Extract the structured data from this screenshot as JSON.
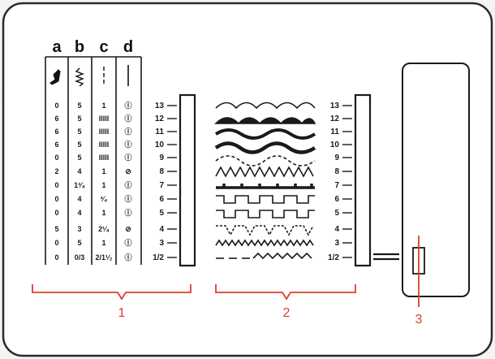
{
  "accent_color": "#d9402a",
  "ink_color": "#1a1a1a",
  "table": {
    "headers": [
      "a",
      "b",
      "c",
      "d"
    ],
    "icons": [
      "presser-foot-icon",
      "zigzag-stitch-icon",
      "stitch-length-icon",
      "straight-needle-icon"
    ],
    "rows": [
      [
        "0",
        "5",
        "1",
        "Ⓘ"
      ],
      [
        "6",
        "5",
        "IIIII",
        "Ⓘ"
      ],
      [
        "6",
        "5",
        "IIIII",
        "Ⓘ"
      ],
      [
        "6",
        "5",
        "IIIII",
        "Ⓘ"
      ],
      [
        "0",
        "5",
        "IIIII",
        "Ⓘ"
      ],
      [
        "2",
        "4",
        "1",
        "⊘"
      ],
      [
        "0",
        "1³⁄₄",
        "1",
        "Ⓘ"
      ],
      [
        "0",
        "4",
        "³⁄₄",
        "Ⓘ"
      ],
      [
        "0",
        "4",
        "1",
        "Ⓘ"
      ],
      [
        "5",
        "3",
        "2¹⁄₄",
        "⊘"
      ],
      [
        "0",
        "5",
        "1",
        "Ⓘ"
      ],
      [
        "0",
        "0/3",
        "2/1¹⁄₂",
        "Ⓘ"
      ]
    ]
  },
  "left_scale_labels": [
    "13",
    "12",
    "11",
    "10",
    "9",
    "8",
    "7",
    "6",
    "5",
    "4",
    "3",
    "1/2"
  ],
  "right_scale_labels": [
    "13",
    "12",
    "11",
    "10",
    "9",
    "8",
    "7",
    "6",
    "5",
    "4",
    "3",
    "1/2"
  ],
  "stitch_patterns": [
    "scallop-stitch",
    "satin-scallop-stitch",
    "satin-wave-stitch",
    "satin-serpentine-stitch",
    "dashed-scallop-stitch",
    "triangle-zigzag-stitch",
    "bar-tack-stitch",
    "square-wave-stitch",
    "square-wave-stitch",
    "dashed-vee-stitch",
    "small-zigzag-stitch",
    "dash-zigzag-stitch"
  ],
  "callouts": {
    "one": "1",
    "two": "2",
    "three": "3"
  }
}
